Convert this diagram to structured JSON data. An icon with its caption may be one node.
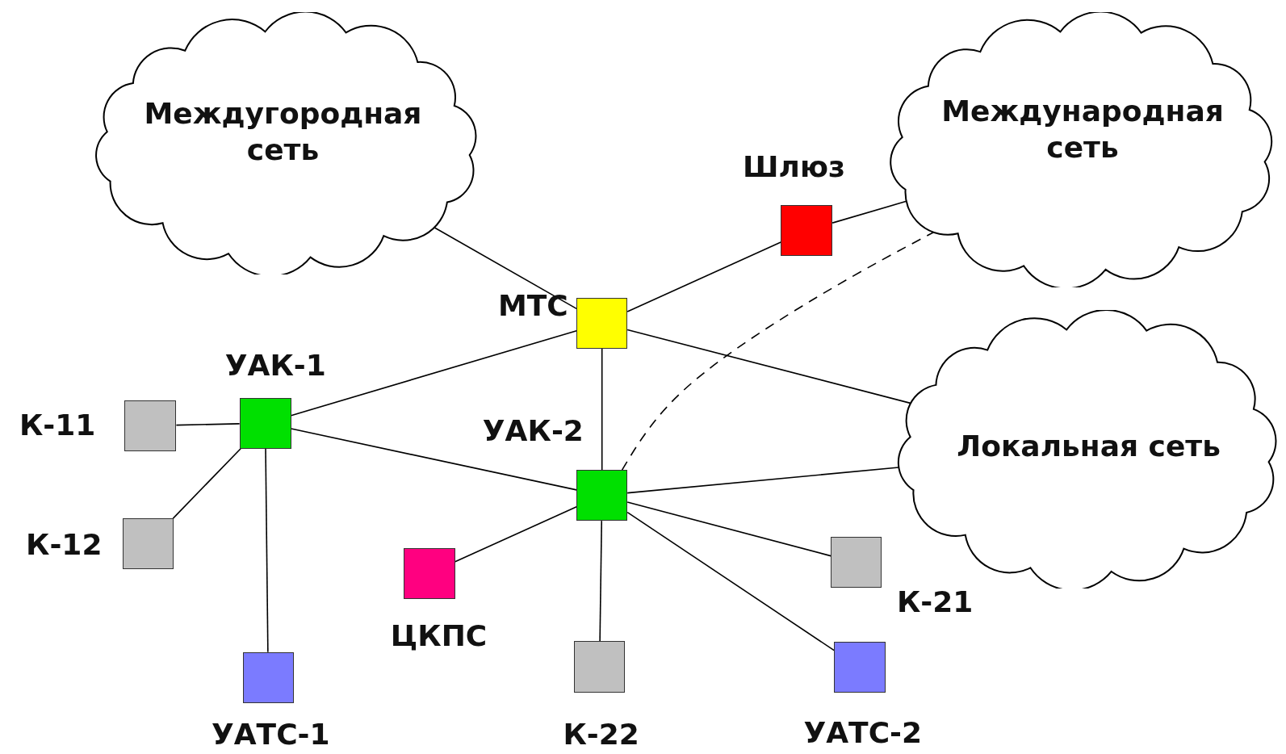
{
  "diagram": {
    "nodes": [
      {
        "text": [
          "Междугородная сеть"
        ]
      },
      {
        "text": [
          "Международная сеть"
        ]
      },
      {
        "text": [
          "Локальная сеть"
        ]
      },
      {
        "text": [],
        "shape": "box",
        "beside": [
          "Шлюз"
        ]
      },
      {
        "text": [],
        "shape": "box",
        "beside": [
          "МТС"
        ]
      },
      {
        "text": [],
        "shape": "box",
        "beside": [
          "УАК-1"
        ]
      },
      {
        "text": [],
        "shape": "box",
        "beside": [
          "К-11"
        ]
      },
      {
        "text": [],
        "shape": "box",
        "beside": [
          "К-12"
        ]
      },
      {
        "text": [],
        "shape": "box",
        "beside": [
          "УАТС-1"
        ]
      },
      {
        "text": [],
        "shape": "box",
        "beside": [
          "УАК-2"
        ]
      },
      {
        "text": [],
        "shape": "box",
        "beside": [
          "ЦКПС"
        ]
      },
      {
        "text": [],
        "shape": "box",
        "beside": [
          "К-22"
        ]
      },
      {
        "text": [],
        "shape": "box",
        "beside": [
          "К-21"
        ]
      },
      {
        "text": [],
        "shape": "box",
        "beside": [
          "УАТС-2"
        ]
      }
    ],
    "edges": [
      {
        "from": 0,
        "to": 4,
        "arrow": "none"
      },
      {
        "from": 4,
        "to": 3,
        "arrow": "none"
      },
      {
        "from": 3,
        "to": 1,
        "arrow": "none"
      },
      {
        "from": 4,
        "to": 5,
        "arrow": "none"
      },
      {
        "from": 4,
        "to": 9,
        "arrow": "none"
      },
      {
        "from": 4,
        "to": 2,
        "arrow": "none"
      },
      {
        "from": 5,
        "to": 6,
        "arrow": "none"
      },
      {
        "from": 5,
        "to": 7,
        "arrow": "none"
      },
      {
        "from": 5,
        "to": 8,
        "arrow": "none"
      },
      {
        "from": 5,
        "to": 9,
        "arrow": "none"
      },
      {
        "from": 9,
        "to": 2,
        "arrow": "none"
      },
      {
        "from": 9,
        "to": 10,
        "arrow": "none"
      },
      {
        "from": 9,
        "to": 11,
        "arrow": "none"
      },
      {
        "from": 9,
        "to": 12,
        "arrow": "none"
      },
      {
        "from": 9,
        "to": 13,
        "arrow": "none"
      },
      {
        "from": 9,
        "to": 1,
        "arrow": "none",
        "style": "dashed"
      }
    ]
  }
}
